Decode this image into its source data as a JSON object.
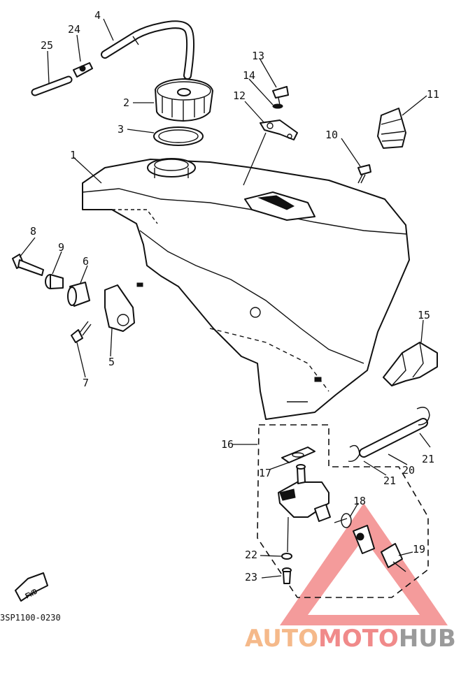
{
  "diagram": {
    "labels": [
      "1",
      "2",
      "3",
      "4",
      "5",
      "6",
      "7",
      "8",
      "9",
      "10",
      "11",
      "12",
      "13",
      "14",
      "15",
      "16",
      "17",
      "18",
      "19",
      "20",
      "21",
      "21",
      "22",
      "23",
      "24",
      "25"
    ],
    "drawing_code": "3SP1100-0230",
    "fwd_label": "FWD"
  },
  "watermark": {
    "part1": "AUTO",
    "part2": "MOTO",
    "part3": "HUB",
    "colors": {
      "auto": "#f5b98a",
      "moto": "#f08a8a",
      "hub": "#9a9a9a",
      "triangle": "#f07a7a"
    }
  }
}
